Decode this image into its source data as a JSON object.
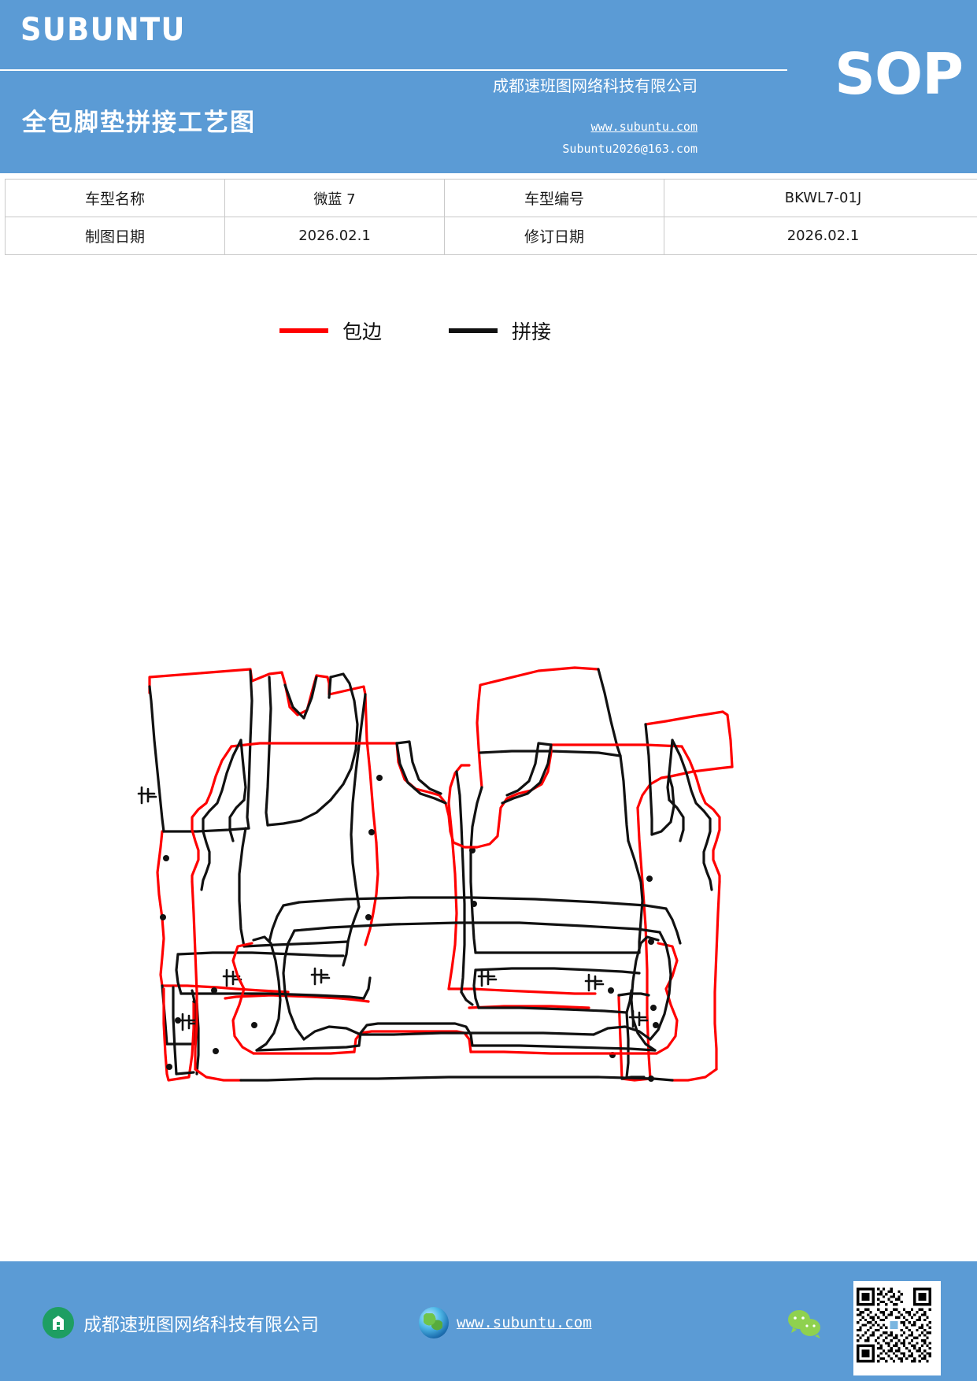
{
  "header": {
    "brand": "SUBUNTU",
    "badge": "SOP",
    "title": "全包脚垫拼接工艺图",
    "company": "成都速班图网络科技有限公司",
    "website": "www.subuntu.com",
    "email": "Subuntu2026@163.com",
    "bg_color": "#5b9bd5"
  },
  "info_table": {
    "rows": [
      {
        "label1": "车型名称",
        "value1": "微蓝 7",
        "label2": "车型编号",
        "value2": "BKWL7-01J"
      },
      {
        "label1": "制图日期",
        "value1": "2026.02.1",
        "label2": "修订日期",
        "value2": "2026.02.1"
      }
    ]
  },
  "legend": {
    "items": [
      {
        "label": "包边",
        "color": "#ff0000",
        "icon": "red-line-swatch"
      },
      {
        "label": "拼接",
        "color": "#111111",
        "icon": "black-line-swatch"
      }
    ]
  },
  "drawing": {
    "name": "全包脚垫拼接工艺图",
    "binding_color": "#ff0000",
    "seam_color": "#111111",
    "pieces": [
      {
        "name": "front-left-mat",
        "label": ""
      },
      {
        "name": "front-right-mat",
        "label": ""
      },
      {
        "name": "left-side-panel",
        "label": ""
      },
      {
        "name": "right-side-panel",
        "label": ""
      },
      {
        "name": "rear-mat",
        "label": ""
      },
      {
        "name": "trunk-mat",
        "label": ""
      }
    ]
  },
  "footer": {
    "company": "成都速班图网络科技有限公司",
    "website": "www.subuntu.com",
    "icons": [
      "company-icon",
      "globe-icon",
      "wechat-icon",
      "qr-code"
    ],
    "bg_color": "#5b9bd5"
  }
}
